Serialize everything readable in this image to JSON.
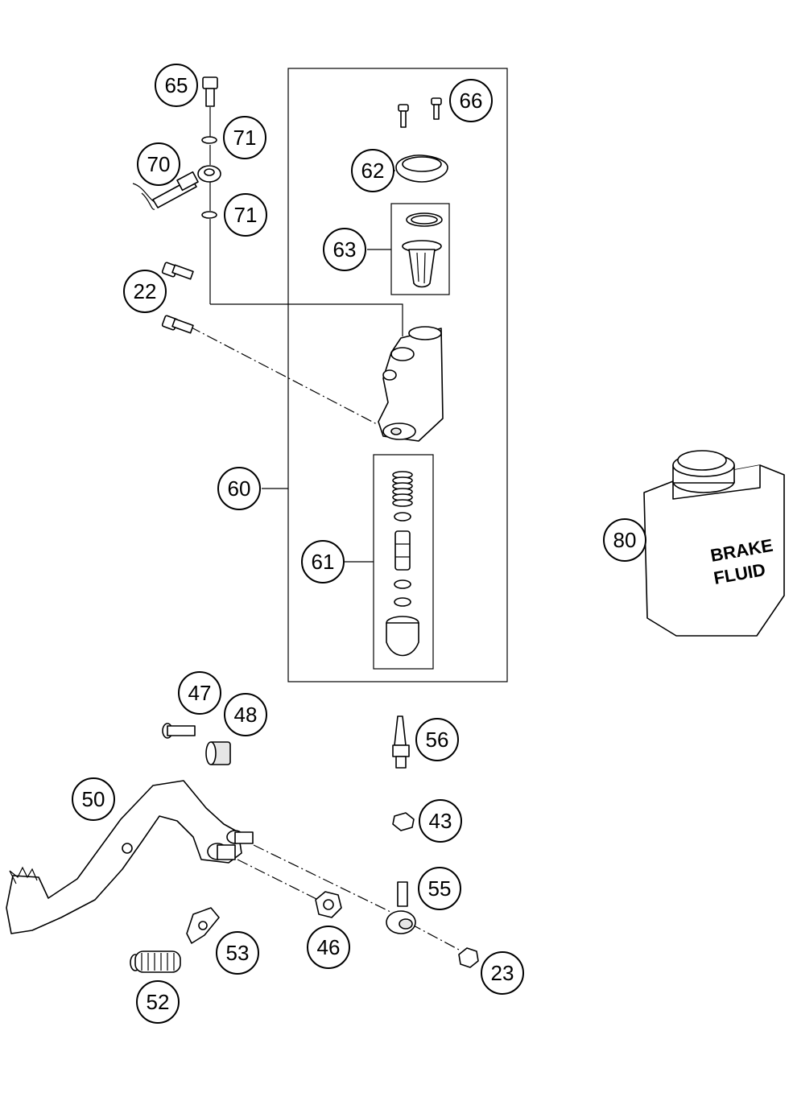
{
  "callouts": {
    "c65": "65",
    "c66": "66",
    "c71a": "71",
    "c70": "70",
    "c62": "62",
    "c71b": "71",
    "c63": "63",
    "c22": "22",
    "c60": "60",
    "c80": "80",
    "c61": "61",
    "c47": "47",
    "c48": "48",
    "c56": "56",
    "c50": "50",
    "c43": "43",
    "c55": "55",
    "c53": "53",
    "c46": "46",
    "c23": "23",
    "c52": "52"
  },
  "bottle": {
    "line1": "BRAKE",
    "line2": "FLUID"
  }
}
